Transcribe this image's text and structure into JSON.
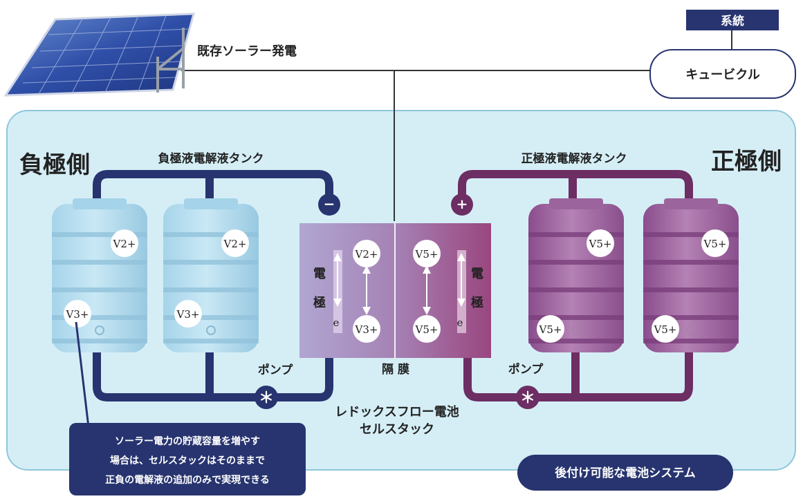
{
  "solar": {
    "label": "既存ソーラー発電"
  },
  "grid": {
    "label": "系統"
  },
  "cubicle": {
    "label": "キュービクル"
  },
  "negative": {
    "side_label": "負極側",
    "tank_label": "負極液電解液タンク",
    "terminal_symbol": "−",
    "tank1_top_ion": "V2+",
    "tank1_bottom_ion": "V3+",
    "tank2_top_ion": "V2+",
    "tank2_bottom_ion": "V3+"
  },
  "positive": {
    "side_label": "正極側",
    "tank_label": "正極液電解液タンク",
    "terminal_symbol": "+",
    "tank1_top_ion": "V5+",
    "tank1_bottom_ion": "V5+",
    "tank2_top_ion": "V5+",
    "tank2_bottom_ion": "V5+"
  },
  "cell": {
    "neg_top_ion": "V2+",
    "neg_bottom_ion": "V3+",
    "pos_top_ion": "V5+",
    "pos_bottom_ion": "V5+",
    "electrode_char1": "電",
    "electrode_char2": "極",
    "electron": "e",
    "membrane_label": "隔 膜",
    "title_line1": "レドックスフロー電池",
    "title_line2": "セルスタック"
  },
  "pump": {
    "label": "ポンプ",
    "symbol": "＊"
  },
  "note": {
    "line1": "ソーラー電力の貯蔵容量を増やす",
    "line2": "場合は、セルスタックはそのままで",
    "line3": "正負の電解液の追加のみで実現できる"
  },
  "system_badge": {
    "label": "後付け可能な電池システム"
  },
  "colors": {
    "navy": "#27346f",
    "purple": "#6c2e63",
    "panel_bg": "#d5eef6",
    "panel_border": "#8ec7dc",
    "tank_blue": "#b5dcef",
    "tank_purple": "#9a5f9c"
  }
}
